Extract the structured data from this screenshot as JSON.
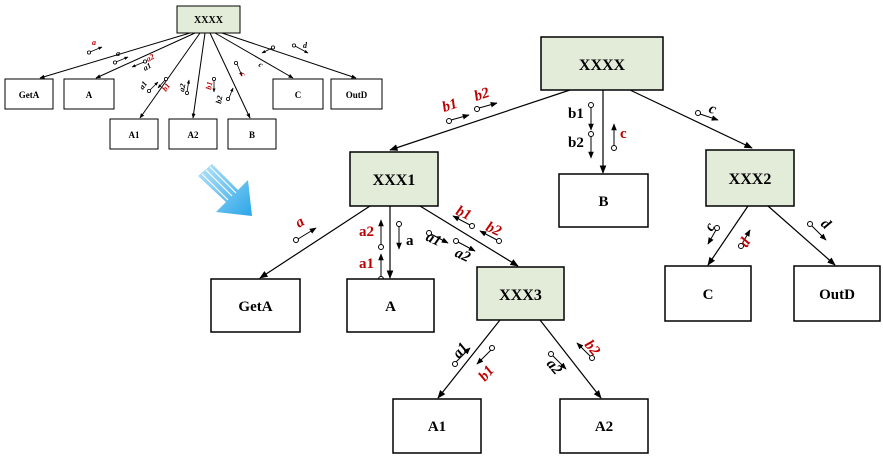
{
  "colors": {
    "module_fill": "#e3ecd8",
    "leaf_fill": "#ffffff",
    "stroke": "#000000",
    "flag_red": "#c00000",
    "flag_black": "#000000",
    "arrow_blue": "#5bc0f0"
  },
  "small_diagram": {
    "root": "XXXX",
    "nodes": [
      "GetA",
      "A",
      "A1",
      "A2",
      "B",
      "C",
      "OutD"
    ],
    "couples": [
      "a",
      "a",
      "a1",
      "a2",
      "a1",
      "b1",
      "a2",
      "b1",
      "b2",
      "c",
      "c",
      "d"
    ]
  },
  "transition_icon": "arrow-down-right-icon",
  "main_diagram": {
    "modules": {
      "root": "XXXX",
      "xxx1": "XXX1",
      "xxx2": "XXX2",
      "xxx3": "XXX3"
    },
    "leaves": {
      "geta": "GetA",
      "a": "A",
      "b": "B",
      "c": "C",
      "outd": "OutD",
      "a1": "A1",
      "a2": "A2"
    },
    "couples": {
      "root_xxx1_b1": "b1",
      "root_xxx1_b2": "b2",
      "root_b_b1": "b1",
      "root_b_b2": "b2",
      "root_b_c": "c",
      "root_xxx2_c": "c",
      "xxx1_geta_a": "a",
      "xxx1_a_a2": "a2",
      "xxx1_a_a1": "a1",
      "xxx1_a_a": "a",
      "xxx1_xxx3_b1": "b1",
      "xxx1_xxx3_b2": "b2",
      "xxx1_xxx3_a1": "a1",
      "xxx1_xxx3_a2": "a2",
      "xxx2_c_c": "c",
      "xxx2_c_d": "d",
      "xxx2_outd_d": "d",
      "xxx3_a1_a1": "a1",
      "xxx3_a1_b1": "b1",
      "xxx3_a2_a2": "a2",
      "xxx3_a2_b2": "b2"
    }
  }
}
